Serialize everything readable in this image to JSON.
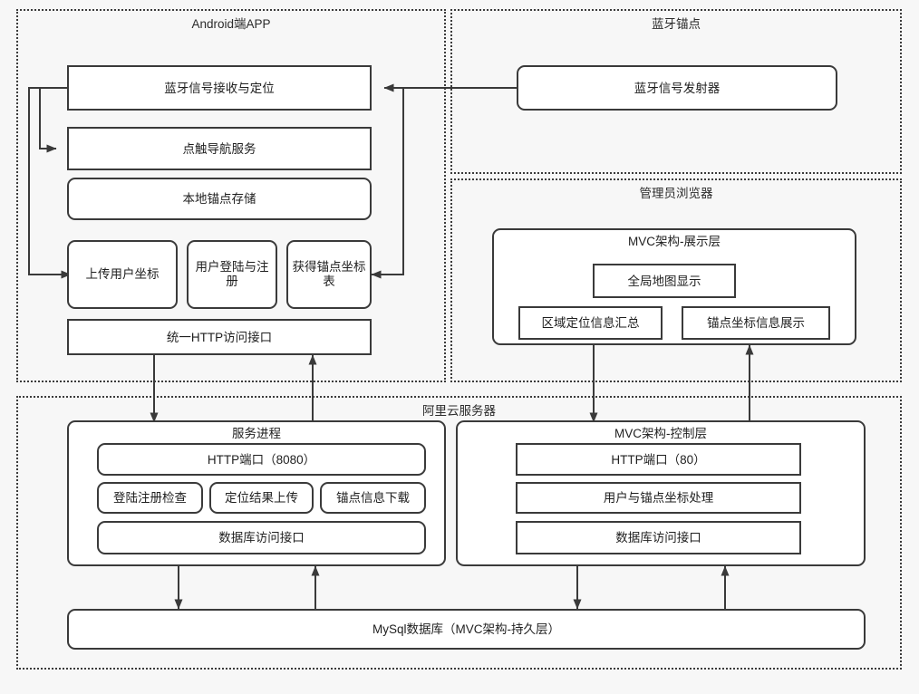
{
  "diagram": {
    "title_note": "System architecture diagram",
    "zones": [
      {
        "id": "android",
        "label": "Android端APP"
      },
      {
        "id": "beacon",
        "label": "蓝牙锚点"
      },
      {
        "id": "admin",
        "label": "管理员浏览器"
      },
      {
        "id": "cloud",
        "label": "阿里云服务器"
      }
    ]
  },
  "android": {
    "title": "Android端APP",
    "boxes": {
      "ble_recv": "蓝牙信号接收与定位",
      "touch_nav": "点触导航服务",
      "local_store": "本地锚点存储",
      "upload_coord": "上传用户坐标",
      "login_register": "用户登陆与注册",
      "get_anchor_table": "获得锚点坐标表",
      "http_unified": "统一HTTP访问接口"
    }
  },
  "beacon": {
    "title": "蓝牙锚点",
    "boxes": {
      "transmitter": "蓝牙信号发射器"
    }
  },
  "admin": {
    "title": "管理员浏览器",
    "group_title": "MVC架构-展示层",
    "boxes": {
      "global_map": "全局地图显示",
      "area_summary": "区域定位信息汇总",
      "anchor_display": "锚点坐标信息展示"
    }
  },
  "cloud": {
    "title": "阿里云服务器",
    "service": {
      "group_title": "服务进程",
      "boxes": {
        "http_port": "HTTP端口（8080）",
        "login_check": "登陆注册检查",
        "locate_upload": "定位结果上传",
        "anchor_download": "锚点信息下载",
        "db_access": "数据库访问接口"
      }
    },
    "controller": {
      "group_title": "MVC架构-控制层",
      "boxes": {
        "http_port": "HTTP端口（80）",
        "coord_process": "用户与锚点坐标处理",
        "db_access": "数据库访问接口"
      }
    },
    "database": {
      "label": "MySql数据库（MVC架构-持久层）"
    }
  },
  "colors": {
    "stroke": "#3a3a3a",
    "zone_stroke": "#3b3b3b",
    "background": "#f7f7f7",
    "box_fill": "#ffffff",
    "text": "#1f1f1f"
  }
}
